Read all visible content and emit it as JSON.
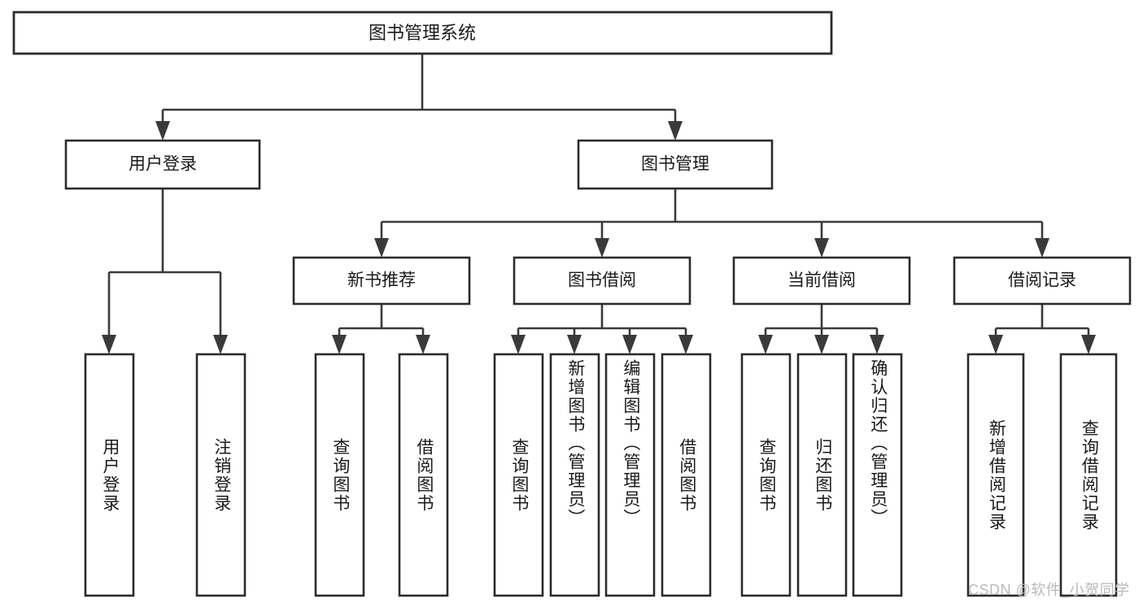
{
  "diagram": {
    "title": "图书管理系统",
    "type": "tree",
    "watermark": "CSDN @软件_小贺同学",
    "colors": {
      "background": "#ffffff",
      "box_fill": "#ffffff",
      "box_stroke": "#2b2b2b",
      "connector": "#3a3a3a",
      "text": "#1a1a1a",
      "watermark": "#b9b9b9"
    },
    "levels": {
      "root": {
        "label": "图书管理系统"
      },
      "level2": [
        {
          "id": "user-login",
          "label": "用户登录"
        },
        {
          "id": "book-manage",
          "label": "图书管理"
        }
      ],
      "level3": [
        {
          "id": "new-book-recommend",
          "label": "新书推荐",
          "parent": "book-manage"
        },
        {
          "id": "book-borrow",
          "label": "图书借阅",
          "parent": "book-manage"
        },
        {
          "id": "current-borrow",
          "label": "当前借阅",
          "parent": "book-manage"
        },
        {
          "id": "borrow-record",
          "label": "借阅记录",
          "parent": "book-manage"
        }
      ],
      "leaves": [
        {
          "id": "leaf-user-login",
          "label": "用户登录",
          "parent": "user-login"
        },
        {
          "id": "leaf-user-logout",
          "label": "注销登录",
          "parent": "user-login"
        },
        {
          "id": "leaf-query-book-1",
          "label": "查询图书",
          "parent": "new-book-recommend"
        },
        {
          "id": "leaf-borrow-book-1",
          "label": "借阅图书",
          "parent": "new-book-recommend"
        },
        {
          "id": "leaf-query-book-2",
          "label": "查询图书",
          "parent": "book-borrow"
        },
        {
          "id": "leaf-add-book",
          "label": "新增图书（管理员）",
          "parent": "book-borrow"
        },
        {
          "id": "leaf-edit-book",
          "label": "编辑图书（管理员）",
          "parent": "book-borrow"
        },
        {
          "id": "leaf-borrow-book-2",
          "label": "借阅图书",
          "parent": "book-borrow"
        },
        {
          "id": "leaf-query-book-3",
          "label": "查询图书",
          "parent": "current-borrow"
        },
        {
          "id": "leaf-return-book",
          "label": "归还图书",
          "parent": "current-borrow"
        },
        {
          "id": "leaf-confirm-return",
          "label": "确认归还（管理员）",
          "parent": "current-borrow"
        },
        {
          "id": "leaf-add-record",
          "label": "新增借阅记录",
          "parent": "borrow-record"
        },
        {
          "id": "leaf-query-record",
          "label": "查询借阅记录",
          "parent": "borrow-record"
        }
      ]
    }
  }
}
